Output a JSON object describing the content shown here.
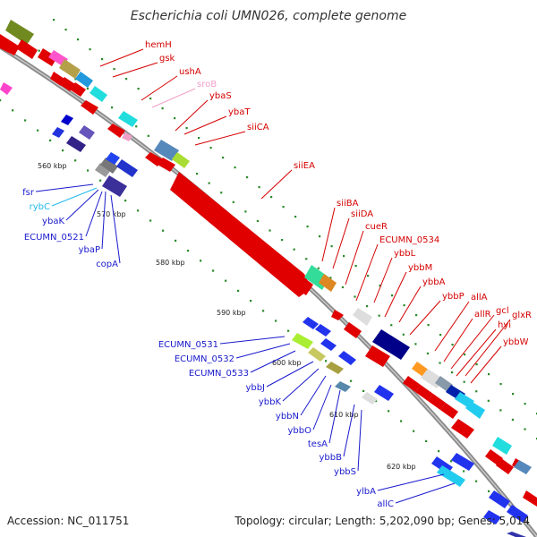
{
  "title": "Escherichia coli UMN026, complete genome",
  "footer": {
    "accession": "Accession: NC_011751",
    "summary": "Topology: circular; Length: 5,202,090 bp; Genes: 5,014"
  },
  "colors": {
    "backbone": "#8a8a8a",
    "forward_label": "#d40000",
    "reverse_label": "#1a1acc",
    "rna_forward_label": "#f0a0c8",
    "rna_reverse_label": "#22bbee",
    "tick": "#2a8a2a"
  },
  "kbp_labels": [
    "560 kbp",
    "570 kbp",
    "580 kbp",
    "590 kbp",
    "600 kbp",
    "610 kbp",
    "620 kbp"
  ],
  "forward_genes": [
    "hemH",
    "gsk",
    "ushA",
    "sroB",
    "ybaS",
    "ybaT",
    "siiCA",
    "siiEA",
    "siiBA",
    "siiDA",
    "cueR",
    "ECUMN_0534",
    "ybbL",
    "ybbM",
    "ybbA",
    "ybbP",
    "allA",
    "allR",
    "gcl",
    "hyi",
    "glxR",
    "ybbW"
  ],
  "reverse_genes": [
    "fsr",
    "rybC",
    "ybaK",
    "ECUMN_0521",
    "ybaP",
    "copA",
    "ECUMN_0531",
    "ECUMN_0532",
    "ECUMN_0533",
    "ybbJ",
    "ybbK",
    "ybbN",
    "ybbO",
    "tesA",
    "ybbB",
    "ybbS",
    "ylbA",
    "allC"
  ]
}
